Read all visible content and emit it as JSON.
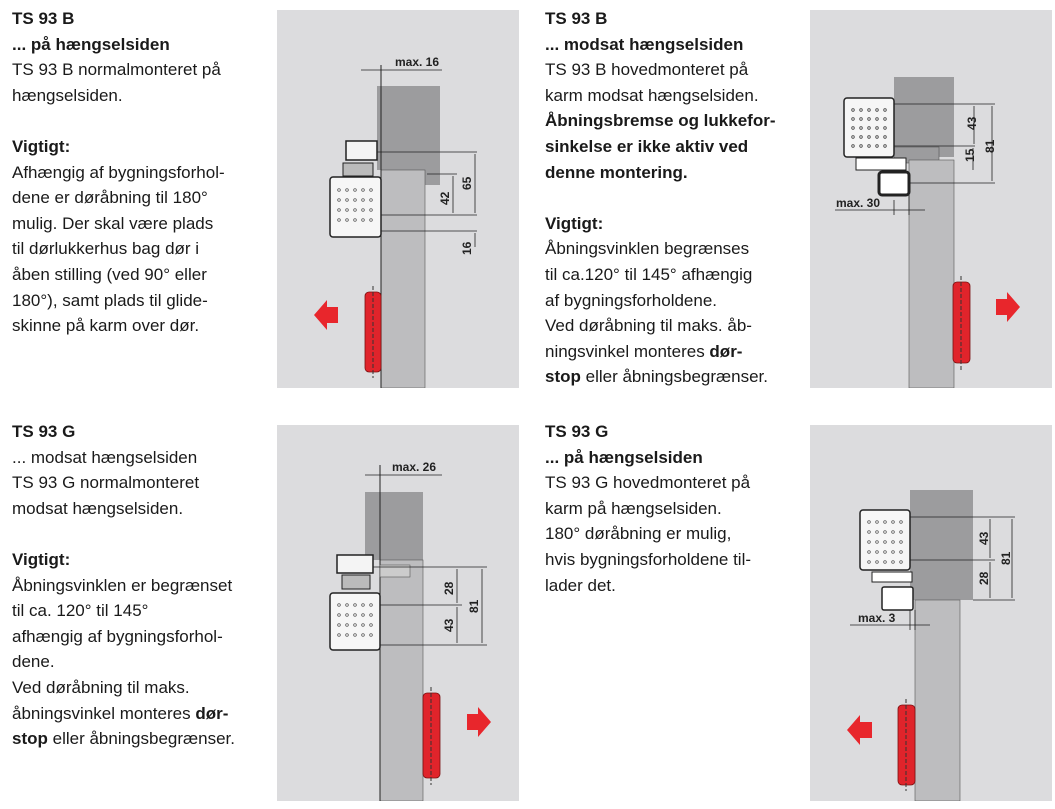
{
  "sections": [
    {
      "lines": [
        [
          {
            "t": "TS 93 B",
            "b": true
          }
        ],
        [
          {
            "t": "... på hængselsiden",
            "b": true
          }
        ],
        [
          {
            "t": "TS 93 B normalmonteret på"
          }
        ],
        [
          {
            "t": "hængselsiden."
          }
        ],
        [
          {
            "t": ""
          }
        ],
        [
          {
            "t": "Vigtigt:",
            "b": true
          }
        ],
        [
          {
            "t": "Afhængig af bygningsforhol-"
          }
        ],
        [
          {
            "t": "dene er døråbning til 180°"
          }
        ],
        [
          {
            "t": "mulig. Der skal være plads"
          }
        ],
        [
          {
            "t": "til dørlukkerhus bag dør i"
          }
        ],
        [
          {
            "t": "åben stilling (ved 90° eller"
          }
        ],
        [
          {
            "t": "180°), samt plads til glide-"
          }
        ],
        [
          {
            "t": "skinne på karm over dør."
          }
        ]
      ]
    },
    {
      "lines": [
        [
          {
            "t": "TS 93 B",
            "b": true
          }
        ],
        [
          {
            "t": "... modsat hængselsiden",
            "b": true
          }
        ],
        [
          {
            "t": "TS 93 B hovedmonteret på"
          }
        ],
        [
          {
            "t": "karm modsat hængselsiden."
          }
        ],
        [
          {
            "t": "Åbningsbremse og lukkefor-",
            "b": true
          }
        ],
        [
          {
            "t": "sinkelse er ikke aktiv ved",
            "b": true
          }
        ],
        [
          {
            "t": "denne montering.",
            "b": true
          }
        ],
        [
          {
            "t": ""
          }
        ],
        [
          {
            "t": "Vigtigt:",
            "b": true
          }
        ],
        [
          {
            "t": "Åbningsvinklen begrænses"
          }
        ],
        [
          {
            "t": "til ca.120° til 145° afhængig"
          }
        ],
        [
          {
            "t": "af bygningsforholdene."
          }
        ],
        [
          {
            "t": "Ved døråbning til maks. åb-"
          }
        ],
        [
          {
            "t": "ningsvinkel monteres "
          },
          {
            "t": "dør-",
            "b": true
          }
        ],
        [
          {
            "t": "stop",
            "b": true
          },
          {
            "t": " eller åbningsbegrænser."
          }
        ]
      ]
    },
    {
      "lines": [
        [
          {
            "t": "TS 93 G",
            "b": true
          }
        ],
        [
          {
            "t": "... modsat hængselsiden"
          }
        ],
        [
          {
            "t": "TS 93 G normalmonteret"
          }
        ],
        [
          {
            "t": "modsat hængselsiden."
          }
        ],
        [
          {
            "t": ""
          }
        ],
        [
          {
            "t": "Vigtigt:",
            "b": true
          }
        ],
        [
          {
            "t": "Åbningsvinklen er begrænset"
          }
        ],
        [
          {
            "t": "til ca. 120° til 145°"
          }
        ],
        [
          {
            "t": "afhængig af bygningsforhol-"
          }
        ],
        [
          {
            "t": "dene."
          }
        ],
        [
          {
            "t": "Ved døråbning til maks."
          }
        ],
        [
          {
            "t": "åbningsvinkel monteres "
          },
          {
            "t": "dør-",
            "b": true
          }
        ],
        [
          {
            "t": "stop",
            "b": true
          },
          {
            "t": " eller åbningsbegrænser."
          }
        ]
      ]
    },
    {
      "lines": [
        [
          {
            "t": "TS 93 G",
            "b": true
          }
        ],
        [
          {
            "t": "... på hængselsiden",
            "b": true
          }
        ],
        [
          {
            "t": "TS 93 G hovedmonteret på"
          }
        ],
        [
          {
            "t": "karm på hængselsiden."
          }
        ],
        [
          {
            "t": "180° døråbning er mulig,"
          }
        ],
        [
          {
            "t": "hvis bygningsforholdene til-"
          }
        ],
        [
          {
            "t": "lader det."
          }
        ]
      ]
    }
  ],
  "diagrams": [
    {
      "max": "max. 16",
      "d1": "65",
      "d2": "42",
      "d3": "16"
    },
    {
      "max": "max. 30",
      "d1": "43",
      "d2": "15",
      "d3": "81"
    },
    {
      "max": "max. 26",
      "d1": "28",
      "d2": "43",
      "d3": "81"
    },
    {
      "max": "max. 3",
      "d1": "43",
      "d2": "28",
      "d3": "81"
    }
  ],
  "colors": {
    "panel": "#dcdcde",
    "frame": "#9c9c9e",
    "door": "#bdbdbf",
    "hinge": "#e0242b",
    "arrow": "#e8262c"
  }
}
